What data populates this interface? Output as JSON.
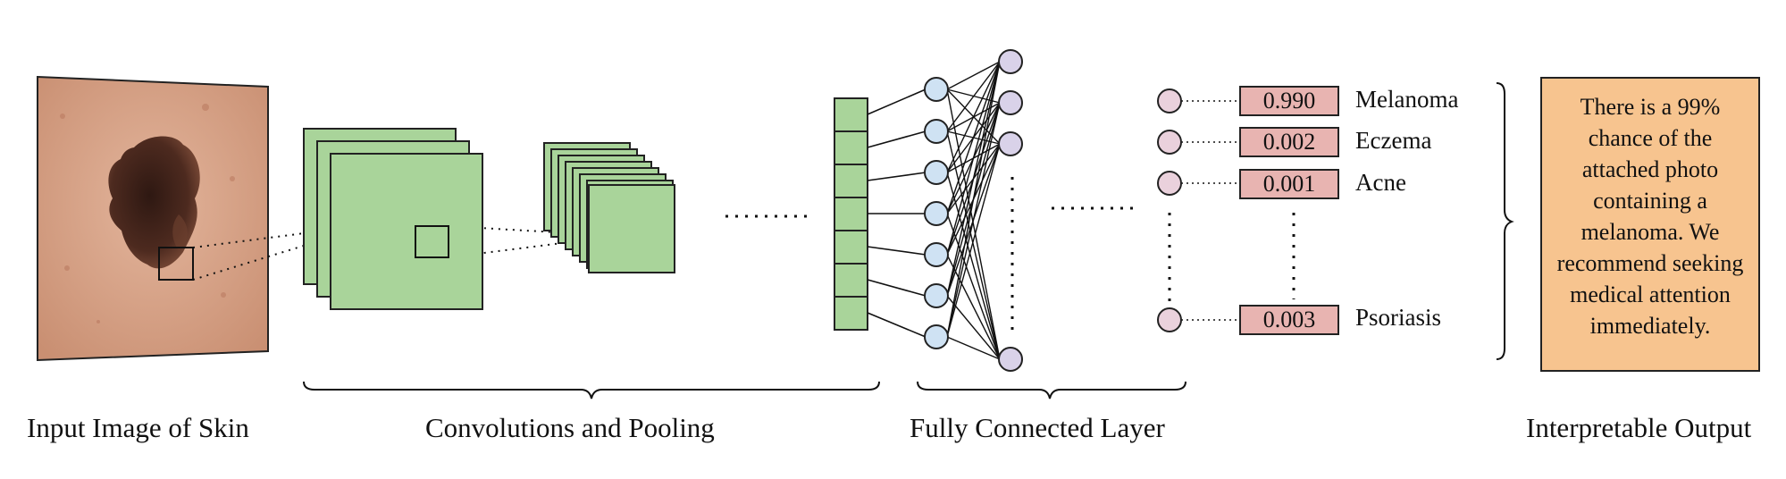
{
  "stage_labels": {
    "input": "Input Image of Skin",
    "conv": "Convolutions and Pooling",
    "fc": "Fully Connected Layer",
    "output": "Interpretable Output"
  },
  "predictions": [
    {
      "value": "0.990",
      "name": "Melanoma"
    },
    {
      "value": "0.002",
      "name": "Eczema"
    },
    {
      "value": "0.001",
      "name": "Acne"
    },
    {
      "value": "0.003",
      "name": "Psoriasis"
    }
  ],
  "output_text": "There is a 99% chance of the attached photo containing a melanoma. We recommend seeking medical attention immediately.",
  "colors": {
    "feature_map": "#a9d49a",
    "input_node": "#cfe2f3",
    "hidden_node": "#d9d2e9",
    "output_node": "#ead1dc",
    "prob_box": "#e8b4b1",
    "output_box": "#f7c48f",
    "skin": "#dba88e",
    "lesion": "#4a2a20"
  }
}
